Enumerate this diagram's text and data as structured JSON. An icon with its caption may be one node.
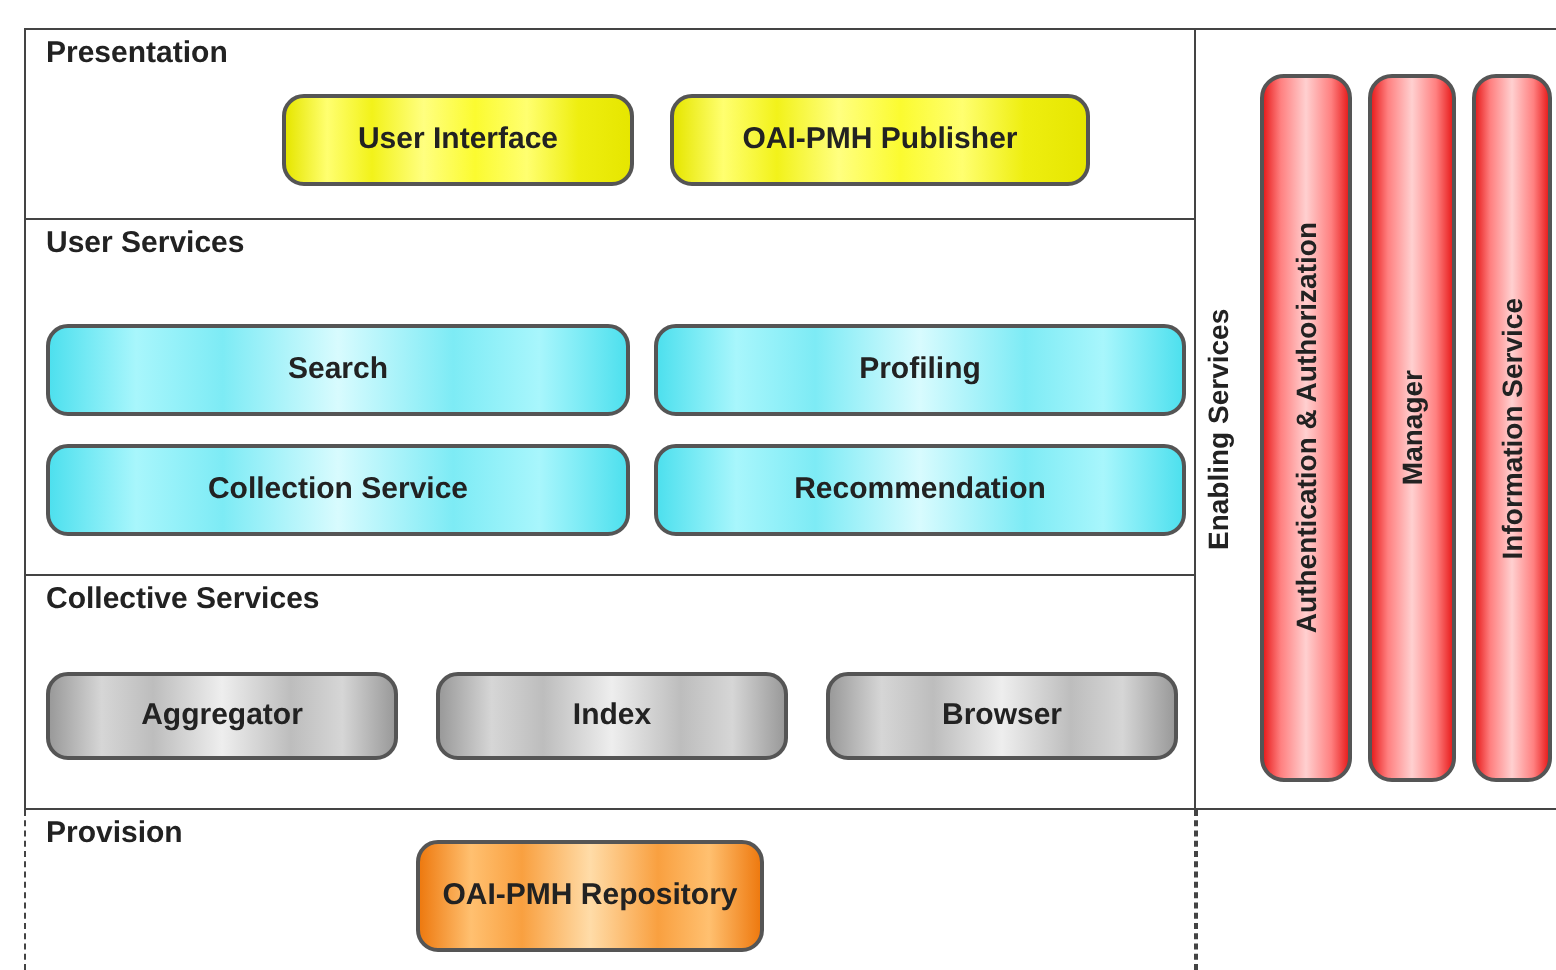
{
  "diagram": {
    "nodes": [
      {
        "text": [
          "Presentation"
        ]
      },
      {
        "text": [
          "User Interface"
        ],
        "in": 0
      },
      {
        "text": [
          "OAI-PMH Publisher"
        ],
        "in": 0
      },
      {
        "text": [
          "User Services"
        ]
      },
      {
        "text": [
          "Search"
        ],
        "in": 3
      },
      {
        "text": [
          "Profiling"
        ],
        "in": 3
      },
      {
        "text": [
          "Collection Service"
        ],
        "in": 3
      },
      {
        "text": [
          "Recommendation"
        ],
        "in": 3
      },
      {
        "text": [
          "Collective Services"
        ]
      },
      {
        "text": [
          "Aggregator"
        ],
        "in": 8
      },
      {
        "text": [
          "Index"
        ],
        "in": 8
      },
      {
        "text": [
          "Browser"
        ],
        "in": 8
      },
      {
        "text": [
          "Provision"
        ]
      },
      {
        "text": [
          "OAI-PMH Repository"
        ],
        "in": 12
      },
      {
        "text": [
          "Enabling Services"
        ]
      },
      {
        "text": [
          "Authentication & Authorization"
        ],
        "in": 14
      },
      {
        "text": [
          "Manager"
        ],
        "in": 14
      },
      {
        "text": [
          "Information Service"
        ],
        "in": 14
      }
    ]
  }
}
